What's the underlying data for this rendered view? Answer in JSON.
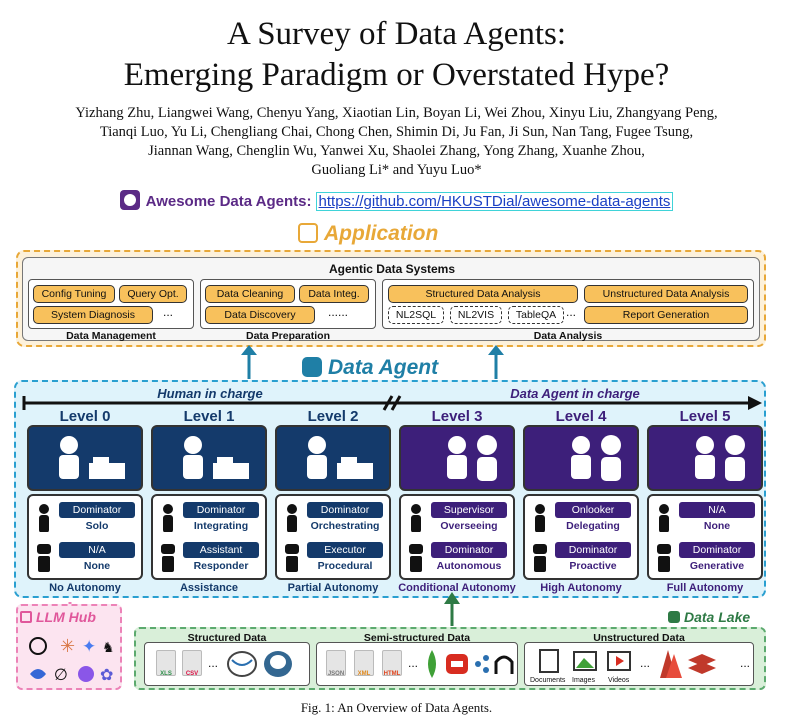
{
  "title_line1": "A Survey of Data Agents:",
  "title_line2": "Emerging Paradigm or Overstated Hype?",
  "authors": [
    "Yizhang Zhu, Liangwei Wang, Chenyu Yang, Xiaotian Lin, Boyan Li, Wei Zhou, Xinyu Liu, Zhangyang Peng,",
    "Tianqi Luo, Yu Li, Chengliang Chai, Chong Chen, Shimin Di, Ju Fan, Ji Sun, Nan Tang, Fugee Tsung,",
    "Jiannan Wang, Chenglin Wu, Yanwei Xu, Shaolei Zhang, Yong Zhang, Xuanhe Zhou,",
    "Guoliang Li* and Yuyu Luo*"
  ],
  "repo": {
    "label": "Awesome Data Agents:",
    "url": "https://github.com/HKUSTDial/awesome-data-agents"
  },
  "application": {
    "title": "Application",
    "box_title": "Agentic Data Systems",
    "management": {
      "label": "Data Management",
      "items": [
        "Config Tuning",
        "Query Opt.",
        "System Diagnosis"
      ],
      "more": "..."
    },
    "preparation": {
      "label": "Data Preparation",
      "items": [
        "Data Cleaning",
        "Data Integ.",
        "Data Discovery"
      ],
      "more": "......"
    },
    "analysis": {
      "label": "Data Analysis",
      "items": [
        "Structured Data Analysis",
        "Unstructured Data Analysis",
        "NL2SQL",
        "NL2VIS",
        "TableQA",
        "Report Generation"
      ],
      "more": "..."
    }
  },
  "agent": {
    "title": "Data Agent",
    "human_label": "Human in charge",
    "agent_label": "Data Agent in charge",
    "levels": [
      {
        "name": "Level 0",
        "human_role": "Dominator",
        "human_desc": "Solo",
        "agent_role": "N/A",
        "agent_desc": "None",
        "autonomy": "No Autonomy"
      },
      {
        "name": "Level 1",
        "human_role": "Dominator",
        "human_desc": "Integrating",
        "agent_role": "Assistant",
        "agent_desc": "Responder",
        "autonomy": "Assistance"
      },
      {
        "name": "Level 2",
        "human_role": "Dominator",
        "human_desc": "Orchestrating",
        "agent_role": "Executor",
        "agent_desc": "Procedural",
        "autonomy": "Partial Autonomy"
      },
      {
        "name": "Level 3",
        "human_role": "Supervisor",
        "human_desc": "Overseeing",
        "agent_role": "Dominator",
        "agent_desc": "Autonomous",
        "autonomy": "Conditional Autonomy"
      },
      {
        "name": "Level 4",
        "human_role": "Onlooker",
        "human_desc": "Delegating",
        "agent_role": "Dominator",
        "agent_desc": "Proactive",
        "autonomy": "High Autonomy"
      },
      {
        "name": "Level 5",
        "human_role": "N/A",
        "human_desc": "None",
        "agent_role": "Dominator",
        "agent_desc": "Generative",
        "autonomy": "Full Autonomy"
      }
    ]
  },
  "hub": {
    "title": "LLM Hub"
  },
  "lake": {
    "title": "Data Lake",
    "structured": {
      "label": "Structured Data",
      "files": [
        "XLS",
        "CSV"
      ]
    },
    "semi": {
      "label": "Semi-structured Data",
      "files": [
        "JSON",
        "XML",
        "HTML"
      ]
    },
    "unstructured": {
      "label": "Unstructured Data",
      "items": [
        "Documents",
        "Images",
        "Videos"
      ]
    },
    "more": "..."
  },
  "caption": "Fig. 1: An Overview of Data Agents.",
  "colors": {
    "human_blue": "#143a6b",
    "agent_purple": "#3d1f7a",
    "app_orange": "#e8a838",
    "agent_cyan": "#2a9fd0",
    "lake_green": "#5caa6e",
    "hub_pink": "#ec82b7"
  }
}
